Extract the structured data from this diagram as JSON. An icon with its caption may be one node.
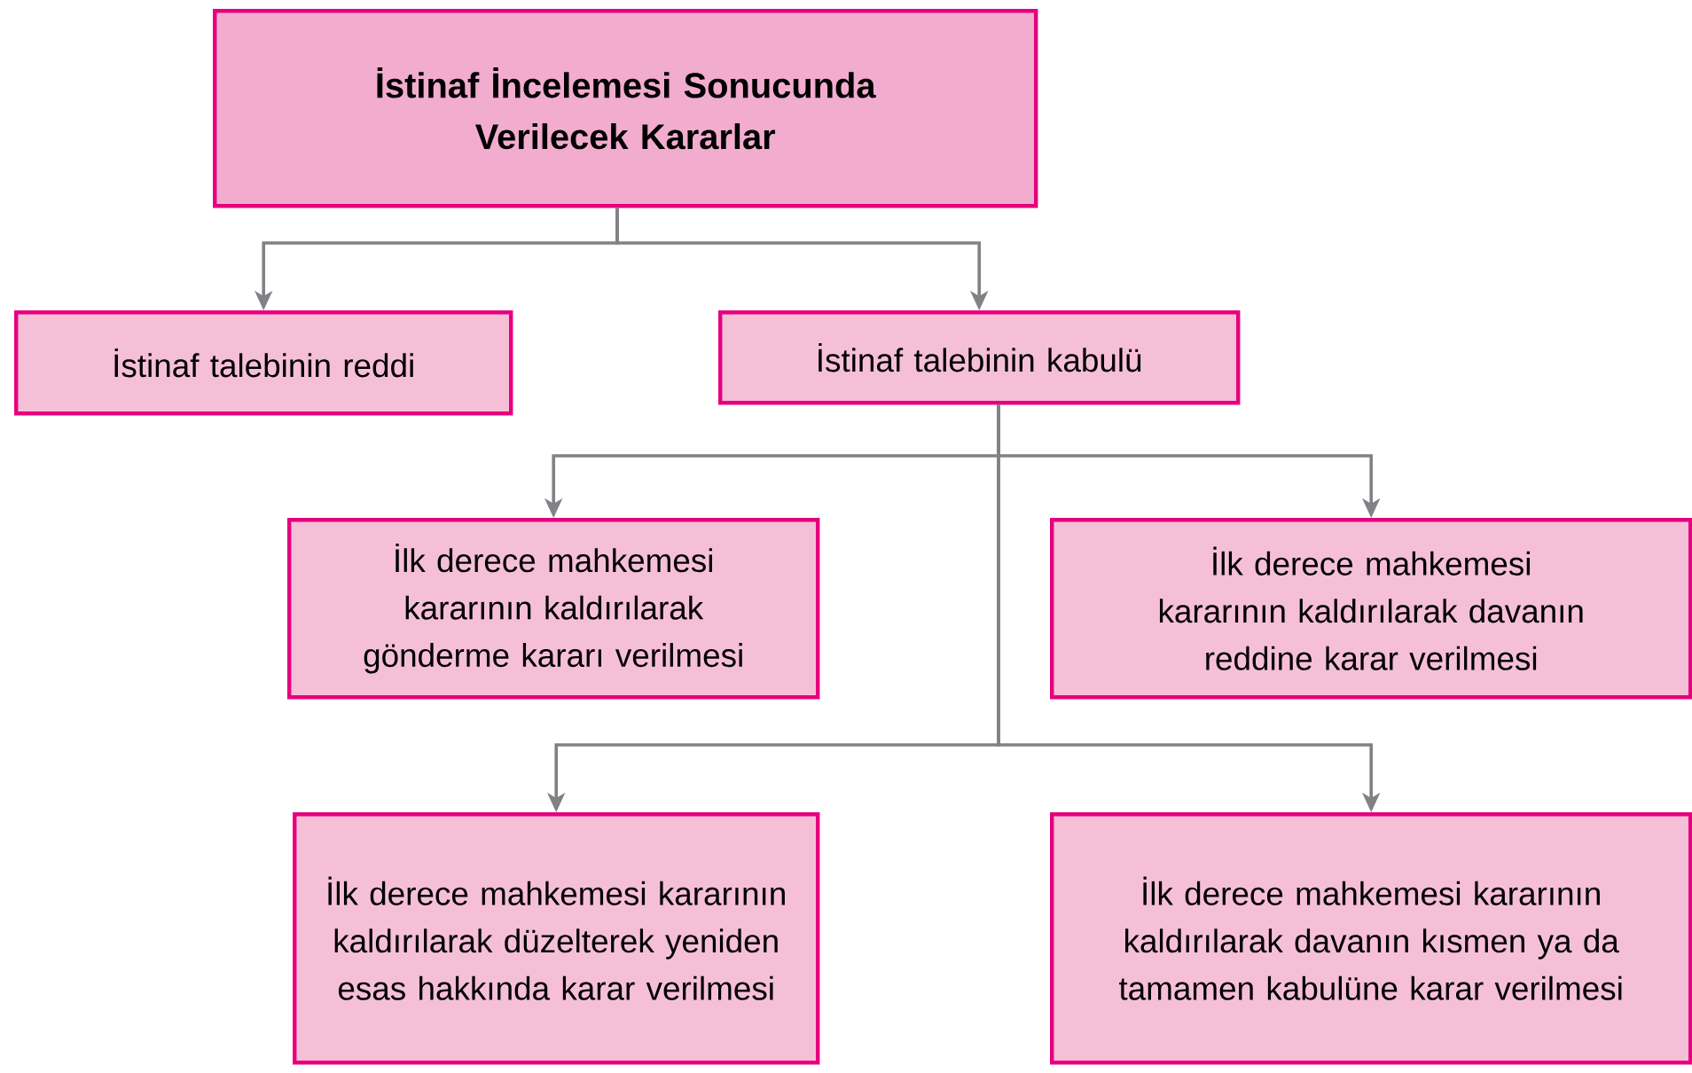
{
  "diagram": {
    "nodes": [
      {
        "text": [
          "İstinaf İncelemesi Sonucunda Verilecek Kararlar"
        ]
      },
      {
        "text": [
          "İstinaf talebinin reddi"
        ]
      },
      {
        "text": [
          "İstinaf talebinin kabulü"
        ]
      },
      {
        "text": [
          "İlk derece mahkemesi kararının kaldırılarak gönderme kararı verilmesi"
        ]
      },
      {
        "text": [
          "İlk derece mahkemesi kararının kaldırılarak davanın reddine karar verilmesi"
        ]
      },
      {
        "text": [
          "İlk derece mahkemesi kararının kaldırılarak düzelterek yeniden esas hakkında karar verilmesi"
        ]
      },
      {
        "text": [
          "İlk derece mahkemesi kararının kaldırılarak davanın kısmen ya da tamamen kabulüne karar verilmesi"
        ]
      }
    ],
    "edges": [
      {
        "from": 0,
        "to": 1,
        "arrow": "to"
      },
      {
        "from": 0,
        "to": 2,
        "arrow": "to"
      },
      {
        "from": 2,
        "to": 3,
        "arrow": "to"
      },
      {
        "from": 2,
        "to": 4,
        "arrow": "to"
      },
      {
        "from": 2,
        "to": 5,
        "arrow": "to"
      },
      {
        "from": 2,
        "to": 6,
        "arrow": "to"
      }
    ]
  }
}
